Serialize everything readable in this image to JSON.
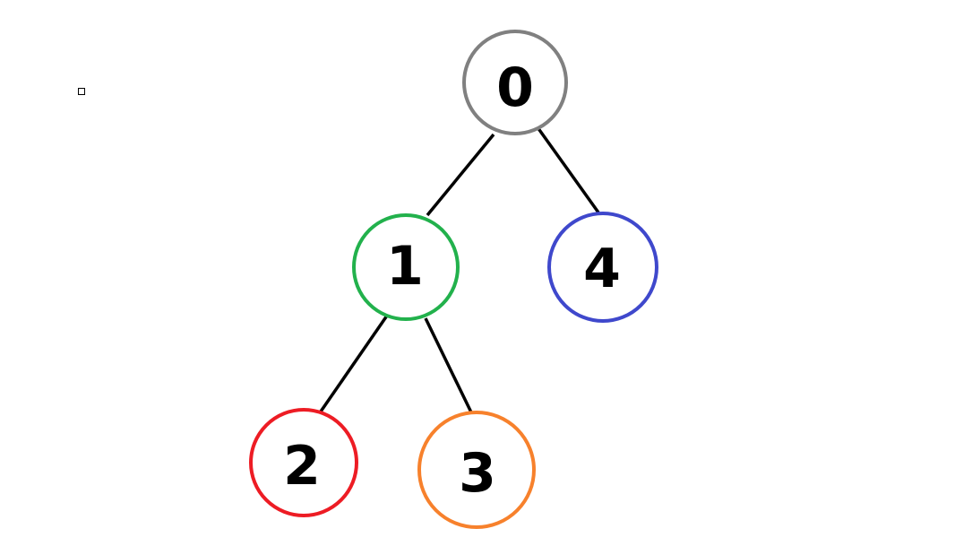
{
  "tree": {
    "nodes": [
      {
        "id": "0",
        "label": "0",
        "color": "#808080"
      },
      {
        "id": "1",
        "label": "1",
        "color": "#22B14C"
      },
      {
        "id": "4",
        "label": "4",
        "color": "#3F48CC"
      },
      {
        "id": "2",
        "label": "2",
        "color": "#ED1C24"
      },
      {
        "id": "3",
        "label": "3",
        "color": "#F7812C"
      }
    ],
    "edges": [
      {
        "from": "0",
        "to": "1"
      },
      {
        "from": "0",
        "to": "4"
      },
      {
        "from": "1",
        "to": "2"
      },
      {
        "from": "1",
        "to": "3"
      }
    ]
  },
  "edge_color": "#000000",
  "label_color": "#000000"
}
